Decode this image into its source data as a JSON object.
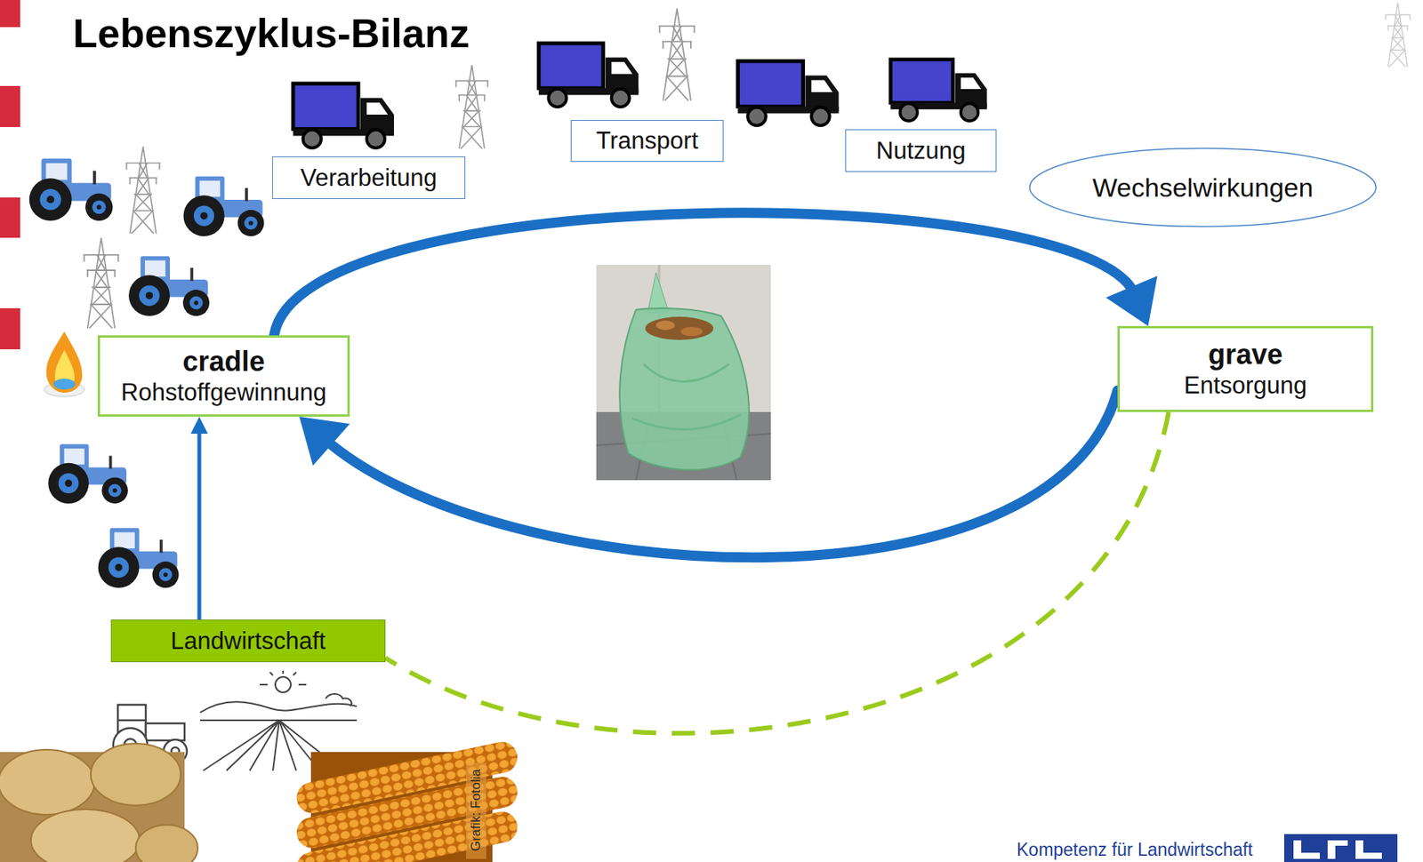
{
  "diagram": {
    "title": "Lebenszyklus-Bilanz",
    "nodes": [
      {
        "text": [
          "Verarbeitung"
        ]
      },
      {
        "text": [
          "Transport"
        ]
      },
      {
        "text": [
          "Nutzung"
        ]
      },
      {
        "text": [
          "Wechselwirkungen"
        ]
      },
      {
        "text": [
          "cradle",
          "Rohstoffgewinnung"
        ]
      },
      {
        "text": [
          "grave",
          "Entsorgung"
        ]
      },
      {
        "text": [
          "Landwirtschaft"
        ]
      }
    ],
    "edges": [
      {
        "from": 4,
        "to": 5,
        "arrow": "to"
      },
      {
        "from": 5,
        "to": 4,
        "arrow": "to"
      },
      {
        "from": 6,
        "to": 4,
        "arrow": "to"
      },
      {
        "from": 5,
        "to": 6,
        "arrow": "none"
      }
    ],
    "labels": [
      "Grafik: Fotolia",
      "Kompetenz für Landwirtschaft"
    ]
  }
}
